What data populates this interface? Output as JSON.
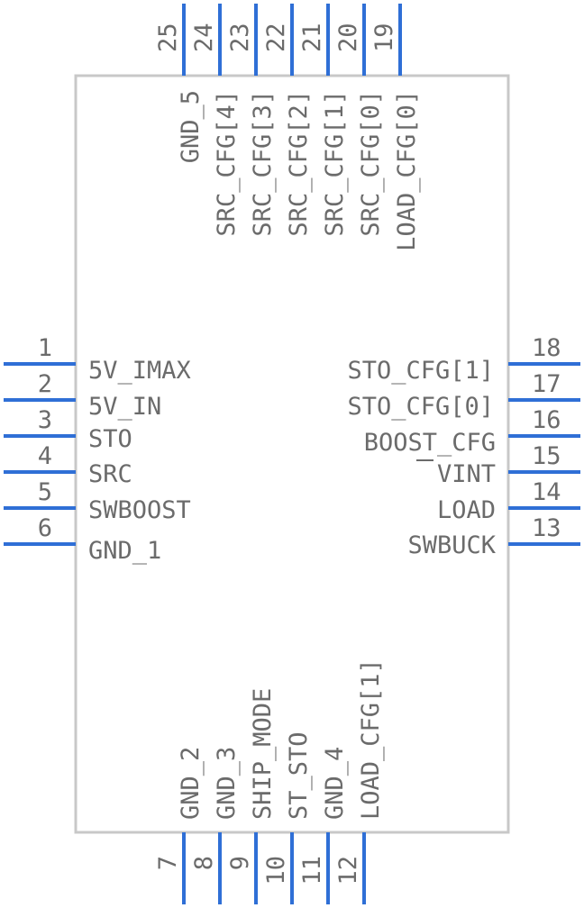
{
  "left_pins": [
    {
      "num": "1",
      "label": "5V_IMAX"
    },
    {
      "num": "2",
      "label": "5V_IN"
    },
    {
      "num": "3",
      "label": "STO"
    },
    {
      "num": "4",
      "label": "SRC"
    },
    {
      "num": "5",
      "label": "SWBOOST"
    },
    {
      "num": "6",
      "label": "GND_1"
    }
  ],
  "right_pins": [
    {
      "num": "18",
      "label": "STO_CFG[1]"
    },
    {
      "num": "17",
      "label": "STO_CFG[0]"
    },
    {
      "num": "16",
      "label": "BOOST_CFG"
    },
    {
      "num": "15",
      "label": "VINT"
    },
    {
      "num": "14",
      "label": "LOAD"
    },
    {
      "num": "13",
      "label": "SWBUCK"
    }
  ],
  "top_pins": [
    {
      "num": "25",
      "label": ""
    },
    {
      "num": "24",
      "label": "GND_5"
    },
    {
      "num": "23",
      "label": "SRC_CFG[4]"
    },
    {
      "num": "22",
      "label": "SRC_CFG[3]"
    },
    {
      "num": "21",
      "label": "SRC_CFG[2]"
    },
    {
      "num": "20",
      "label": "SRC_CFG[1]"
    },
    {
      "num": "19",
      "label": "SRC_CFG[0]"
    },
    {
      "num": "",
      "label": "LOAD_CFG[0]"
    }
  ],
  "bottom_pins": [
    {
      "num": "7",
      "label": ""
    },
    {
      "num": "8",
      "label": "GND_2"
    },
    {
      "num": "9",
      "label": "GND_3"
    },
    {
      "num": "10",
      "label": "SHIP_MODE"
    },
    {
      "num": "11",
      "label": "ST_STO"
    },
    {
      "num": "12",
      "label": "GND_4"
    },
    {
      "num": "",
      "label": "LOAD_CFG[1]"
    }
  ],
  "colors": {
    "pin": "#2f6fd6",
    "outline": "#c8c8c8",
    "text": "#6b6b6b"
  }
}
